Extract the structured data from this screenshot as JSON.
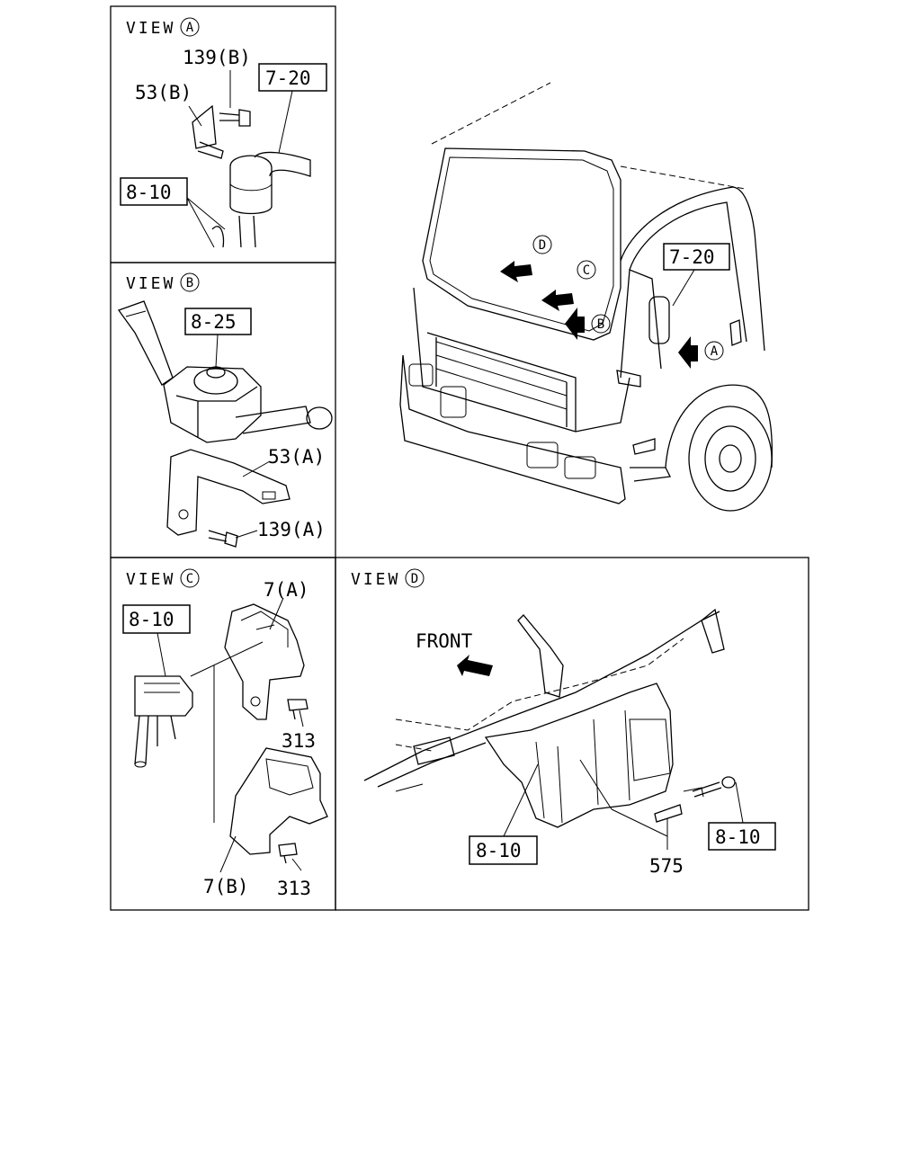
{
  "views": {
    "a": {
      "word": "VIEW",
      "letter": "A"
    },
    "b": {
      "word": "VIEW",
      "letter": "B"
    },
    "c": {
      "word": "VIEW",
      "letter": "C"
    },
    "d": {
      "word": "VIEW",
      "letter": "D"
    }
  },
  "view_a": {
    "label_139b": "139(B)",
    "label_53b": "53(B)",
    "ref_7_20": "7-20",
    "ref_8_10": "8-10"
  },
  "view_b": {
    "ref_8_25": "8-25",
    "label_53a": "53(A)",
    "label_139a": "139(A)"
  },
  "view_c": {
    "ref_8_10": "8-10",
    "label_7a": "7(A)",
    "label_313_top": "313",
    "label_313_bottom": "313",
    "label_7b": "7(B)"
  },
  "view_d": {
    "front": "FRONT",
    "ref_8_10_left": "8-10",
    "label_575": "575",
    "ref_8_10_right": "8-10"
  },
  "cab": {
    "ref_7_20": "7-20",
    "arrows": [
      "D",
      "C",
      "B",
      "A"
    ]
  }
}
